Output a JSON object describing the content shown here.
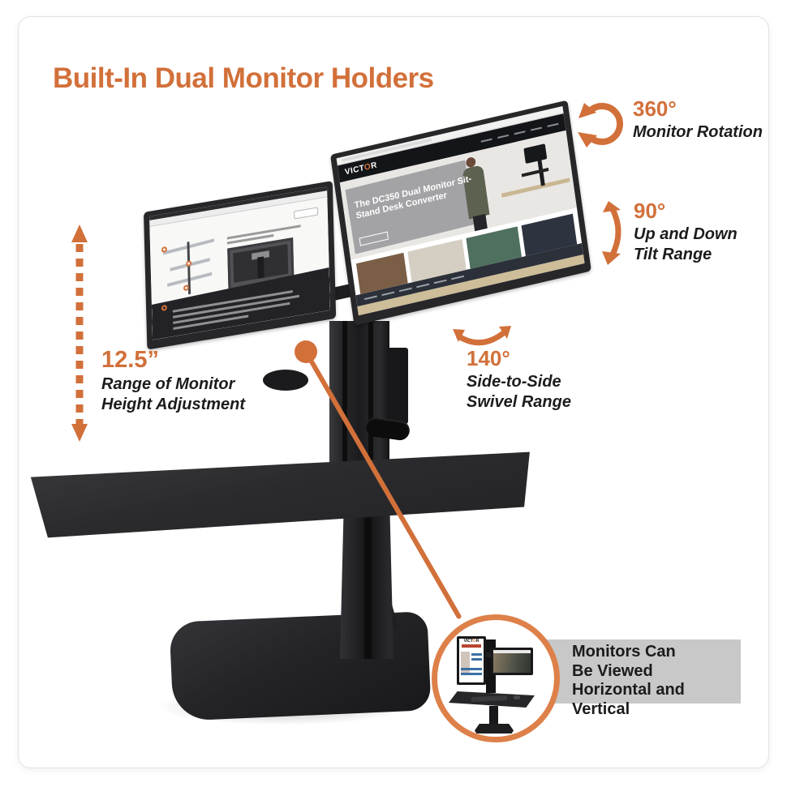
{
  "title": "Built-In Dual Monitor Holders",
  "colors": {
    "accent": "#d2703a",
    "inset_ring": "#dd8049",
    "caption_bar": "#c8c8c8",
    "stand_black": "#232326",
    "bezel": "#27272a"
  },
  "annotations": {
    "rotation": {
      "value": "360°",
      "label": "Monitor Rotation",
      "icon": "rotation-circular-arrow-icon"
    },
    "tilt": {
      "value": "90°",
      "label": "Up and Down\nTilt Range",
      "icon": "tilt-curved-arrow-icon"
    },
    "height": {
      "value": "12.5”",
      "label": "Range of Monitor\nHeight Adjustment",
      "icon": "height-dashed-arrow-icon"
    },
    "swivel": {
      "value": "140°",
      "label": "Side-to-Side\nSwivel Range",
      "icon": "swivel-curved-arrow-icon"
    }
  },
  "callout": {
    "caption": "Monitors Can\nBe Viewed\nHorizontal and Vertical"
  },
  "brand": {
    "prefix": "VICT",
    "o": "O",
    "suffix": "R"
  },
  "right_screen": {
    "headline": "The DC350 Dual Monitor Sit-Stand Desk Converter"
  },
  "icons": [
    "rotation-circular-arrow-icon",
    "tilt-curved-arrow-icon",
    "height-dashed-arrow-icon",
    "swivel-curved-arrow-icon"
  ]
}
